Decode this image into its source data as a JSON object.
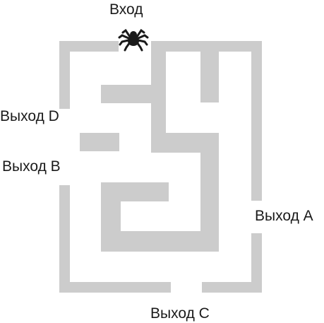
{
  "labels": {
    "entrance": "Вход",
    "exit_d": "Выход D",
    "exit_b": "Выход B",
    "exit_a": "Выход A",
    "exit_c": "Выход C"
  },
  "colors": {
    "wall": "#cccccc",
    "spider": "#1a1a1a",
    "text": "#1a1a1a",
    "background": "#ffffff"
  }
}
